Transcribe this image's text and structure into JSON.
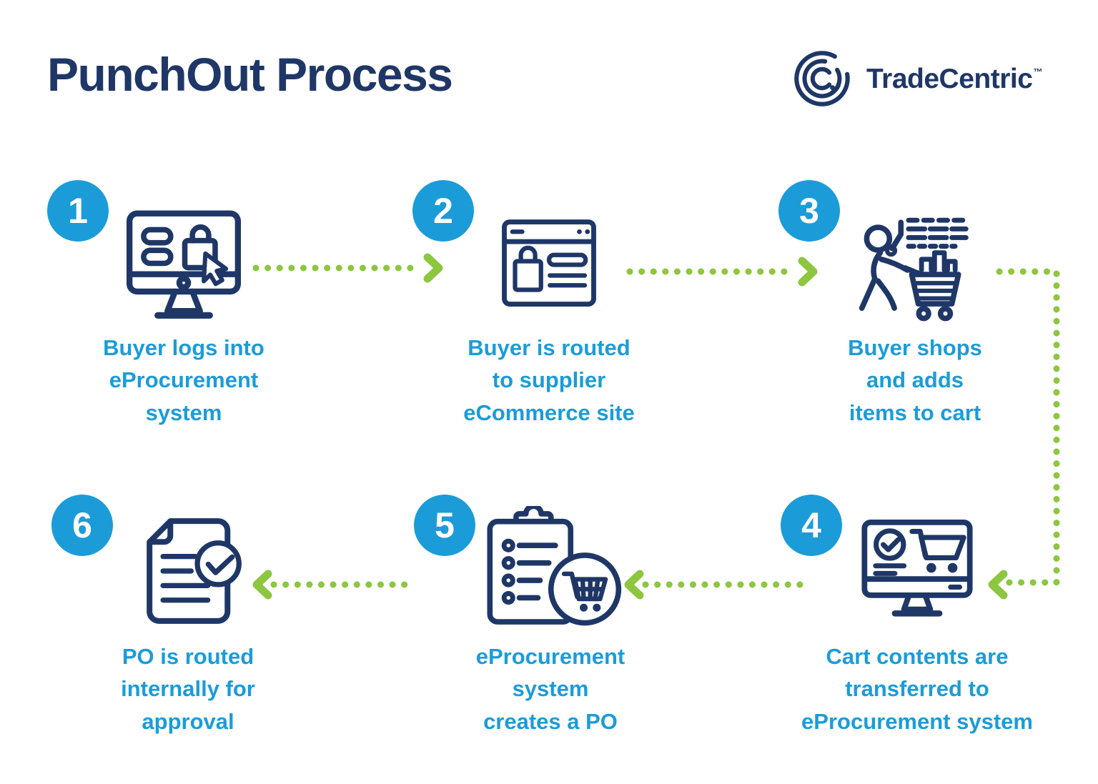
{
  "title": "PunchOut Process",
  "brand": {
    "name": "TradeCentric",
    "trademark": "™"
  },
  "colors": {
    "navy": "#1f3767",
    "blue": "#1b9cd9",
    "green": "#8dc63f",
    "bg": "#ffffff"
  },
  "flow": {
    "direction": "1 → 2 → 3 → 4 → 5 → 6",
    "connector_style": "green dotted arrows"
  },
  "steps": [
    {
      "number": "1",
      "icon": "monitor-shopping-icon",
      "caption": "Buyer logs into\neProcurement\nsystem"
    },
    {
      "number": "2",
      "icon": "browser-storefront-icon",
      "caption": "Buyer is routed\nto supplier\neCommerce site"
    },
    {
      "number": "3",
      "icon": "shopper-cart-icon",
      "caption": "Buyer shops\nand adds\nitems to cart"
    },
    {
      "number": "4",
      "icon": "monitor-cart-check-icon",
      "caption": "Cart contents are\ntransferred to\neProcurement system"
    },
    {
      "number": "5",
      "icon": "clipboard-cart-icon",
      "caption": "eProcurement\nsystem\ncreates a PO"
    },
    {
      "number": "6",
      "icon": "document-approved-icon",
      "caption": "PO is routed\ninternally for\napproval"
    }
  ]
}
